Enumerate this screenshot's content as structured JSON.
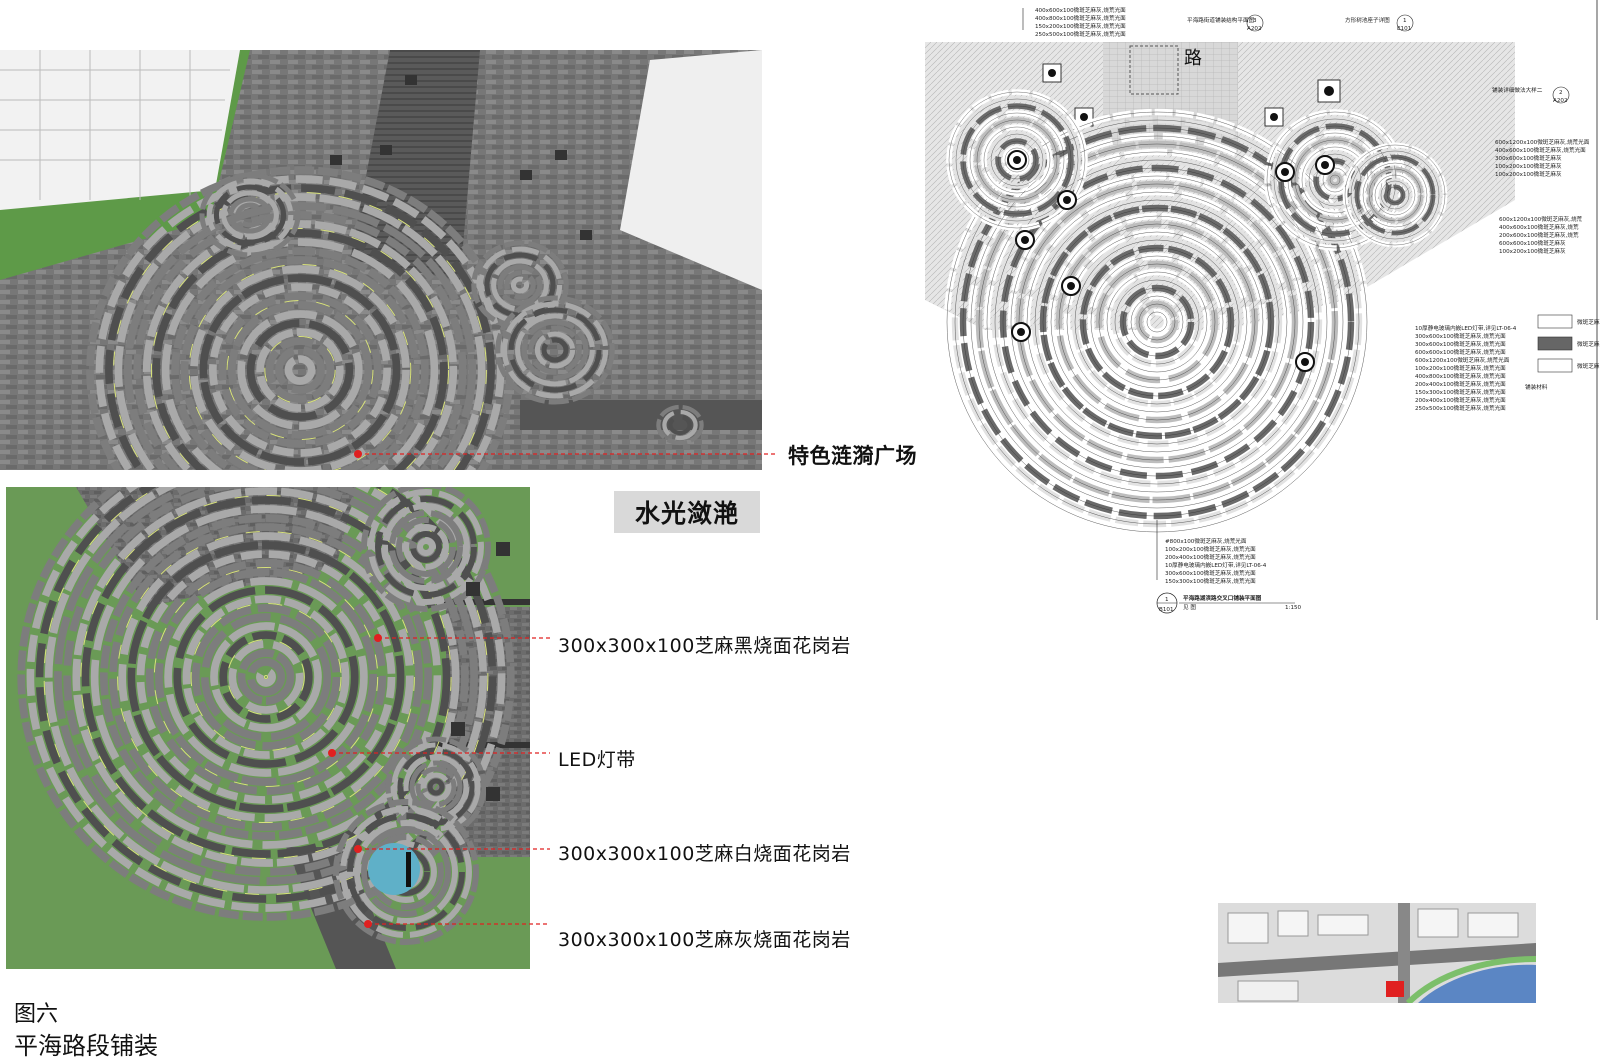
{
  "labels": {
    "plaza": "特色涟漪广场",
    "badge": "水光潋滟",
    "black_granite": "300x300x100芝麻黑烧面花岗岩",
    "led": "LED灯带",
    "white_granite": "300x300x100芝麻白烧面花岗岩",
    "grey_granite": "300x300x100芝麻灰烧面花岗岩"
  },
  "figure": {
    "number": "图六",
    "title": "平海路段铺装"
  },
  "cad": {
    "road_label": "路",
    "top_notes": [
      "400x600x100微斑芝麻灰,烧荒光面",
      "400x800x100微斑芝麻灰,烧荒光面",
      "150x200x100微斑芝麻灰,烧荒光面",
      "250x500x100微斑芝麻灰,烧荒光面"
    ],
    "section_ref_a": "平海路街道铺装结构平面图",
    "section_ref_b": "方形树池座子详图",
    "ref_a_num": "3",
    "ref_a_sheet": "A202",
    "ref_b_num": "1",
    "ref_b_sheet": "E101",
    "right_notes_1": [
      "600x1200x100微斑芝麻灰,烧荒光面",
      "400x600x100微斑芝麻灰,烧荒光面",
      "300x600x100微斑芝麻灰",
      "100x200x100微斑芝麻灰",
      "100x200x100微斑芝麻灰"
    ],
    "right_notes_2": [
      "600x1200x100微斑芝麻灰,烧荒",
      "400x600x100微斑芝麻灰,烧荒",
      "200x600x100微斑芝麻灰,烧荒",
      "600x600x100微斑芝麻灰",
      "100x200x100微斑芝麻灰"
    ],
    "right_notes_3": [
      "10厚静电玻璃内嵌LED灯带,详见LT-06-4",
      "300x600x100微斑芝麻灰,烧荒光面",
      "300x600x100微斑芝麻灰,烧荒光面",
      "600x600x100微斑芝麻灰,烧荒光面",
      "600x1200x100微斑芝麻灰,烧荒光面",
      "100x200x100微斑芝麻灰,烧荒光面",
      "400x800x100微斑芝麻灰,烧荒光面",
      "200x400x100微斑芝麻灰,烧荒光面",
      "150x300x100微斑芝麻灰,烧荒光面",
      "200x400x100微斑芝麻灰,烧荒光面",
      "250x500x100微斑芝麻灰,烧荒光面"
    ],
    "legend_items": [
      "微斑芝麻灰",
      "微斑芝麻黑",
      "微斑芝麻白"
    ],
    "legend_note": "铺装材料",
    "step_note": "铺装详细做法大样二",
    "step_num": "2",
    "step_sheet": "A202",
    "bottom_notes": [
      "#800x100微斑芝麻灰,烧荒光面",
      "100x200x100微斑芝麻灰,烧荒光面",
      "200x400x100微斑芝麻灰,烧荒光面",
      "10厚静电玻璃内嵌LED灯带,详见LT-06-4",
      "300x600x100微斑芝麻灰,烧荒光面",
      "150x300x100微斑芝麻灰,烧荒光面"
    ],
    "plan_title": "平海路湖滨路交叉口铺装平面图",
    "plan_num": "1",
    "plan_sheet": "B101",
    "plan_scale": "1:150",
    "plan_sub": "见 图"
  },
  "colors": {
    "leader": "#e02020",
    "dark_stone": "#4f4f4f",
    "mid_stone": "#7d7d7d",
    "light_stone": "#a9a9a9",
    "grass": "#5f9a4a",
    "led": "#d8e27a",
    "water": "#5fb0c8"
  }
}
